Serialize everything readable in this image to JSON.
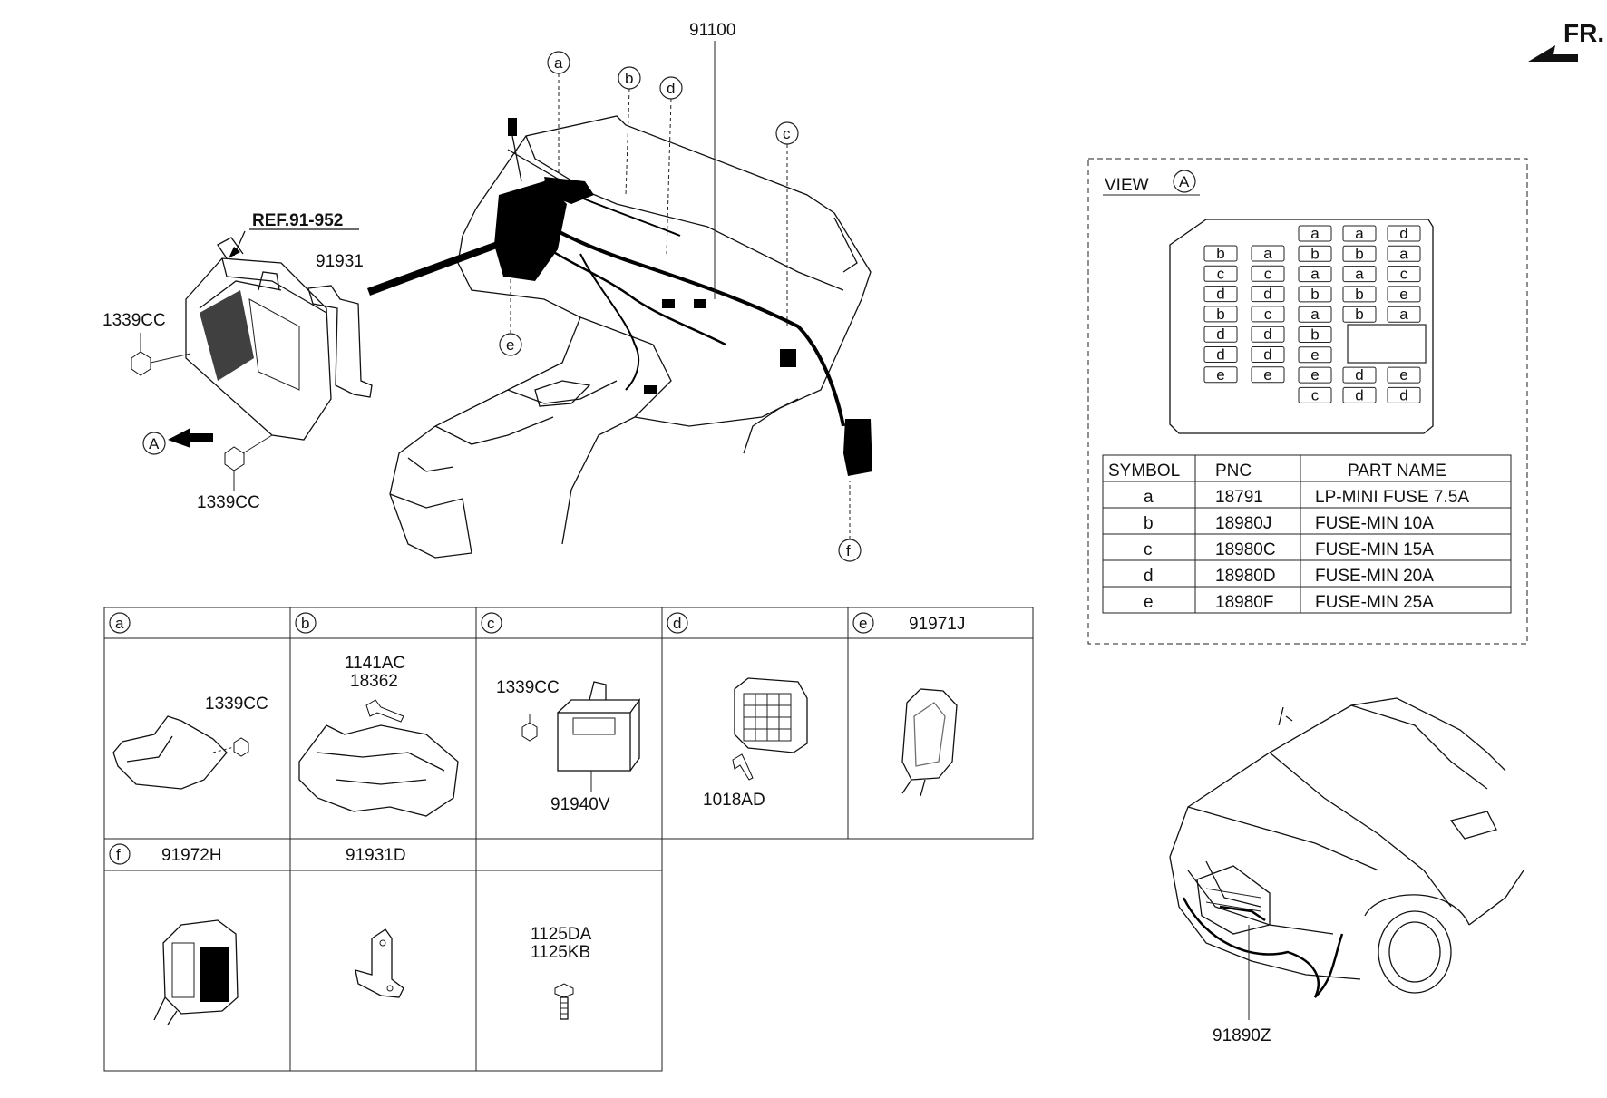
{
  "direction": "FR.",
  "callouts": {
    "main_harness": "91100",
    "ref": "REF.91-952",
    "bracket": "91931",
    "nut_top": "1339CC",
    "nut_bottom": "1339CC",
    "view_arrow": "A",
    "a": "a",
    "b": "b",
    "c": "c",
    "d": "d",
    "e": "e",
    "f": "f",
    "front_harness": "91890Z"
  },
  "view": {
    "title": "VIEW",
    "symbol": "A",
    "fuse_grid": {
      "col1": [
        "b",
        "c",
        "d",
        "b",
        "d",
        "d",
        "e"
      ],
      "col2": [
        "a",
        "c",
        "d",
        "c",
        "d",
        "d",
        "e"
      ],
      "col3": [
        "a",
        "b",
        "a",
        "b",
        "a",
        "b",
        "e",
        "e",
        "c"
      ],
      "col4": [
        "a",
        "b",
        "a",
        "b",
        "b",
        "d",
        "d"
      ],
      "col5": [
        "d",
        "a",
        "c",
        "e",
        "a",
        "e",
        "d"
      ]
    }
  },
  "legend": {
    "headers": [
      "SYMBOL",
      "PNC",
      "PART NAME"
    ],
    "rows": [
      {
        "symbol": "a",
        "pnc": "18791",
        "name": "LP-MINI FUSE 7.5A"
      },
      {
        "symbol": "b",
        "pnc": "18980J",
        "name": "FUSE-MIN 10A"
      },
      {
        "symbol": "c",
        "pnc": "18980C",
        "name": "FUSE-MIN 15A"
      },
      {
        "symbol": "d",
        "pnc": "18980D",
        "name": "FUSE-MIN 20A"
      },
      {
        "symbol": "e",
        "pnc": "18980F",
        "name": "FUSE-MIN 25A"
      }
    ]
  },
  "details": {
    "a": {
      "letter": "a",
      "label": "1339CC"
    },
    "b": {
      "letter": "b",
      "label1": "1141AC",
      "label2": "18362"
    },
    "c": {
      "letter": "c",
      "label1": "1339CC",
      "label2": "91940V"
    },
    "d": {
      "letter": "d",
      "label": "1018AD"
    },
    "e": {
      "letter": "e",
      "header": "91971J"
    },
    "f": {
      "letter": "f",
      "header": "91972H"
    },
    "g": {
      "header": "91931D"
    },
    "h": {
      "label1": "1125DA",
      "label2": "1125KB"
    }
  }
}
